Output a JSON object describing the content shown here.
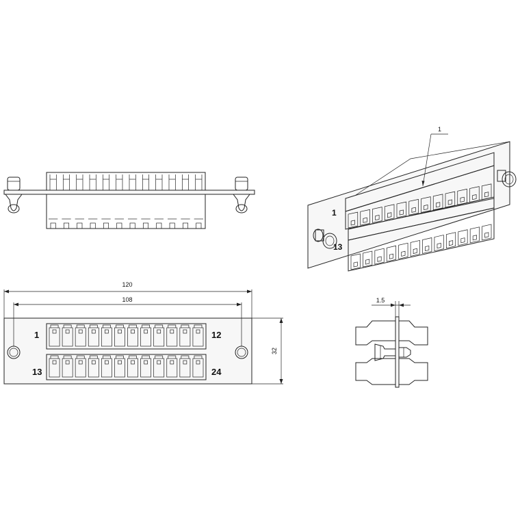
{
  "drawing": {
    "colors": {
      "line": "#222222",
      "fill": "#f7f7f7",
      "background": "#ffffff"
    },
    "front_view": {
      "port_labels": {
        "top_left": "1",
        "top_right": "12",
        "bottom_left": "13",
        "bottom_right": "24"
      },
      "dimensions": {
        "overall_width": "120",
        "screw_spacing": "108",
        "height": "32"
      },
      "ports_per_row": 12,
      "rows": 2
    },
    "side_view": {
      "dimensions": {
        "panel_thickness": "1.5"
      }
    },
    "iso_view": {
      "callout": "1",
      "port_labels": {
        "top_left": "1",
        "bottom_left": "13"
      }
    }
  }
}
